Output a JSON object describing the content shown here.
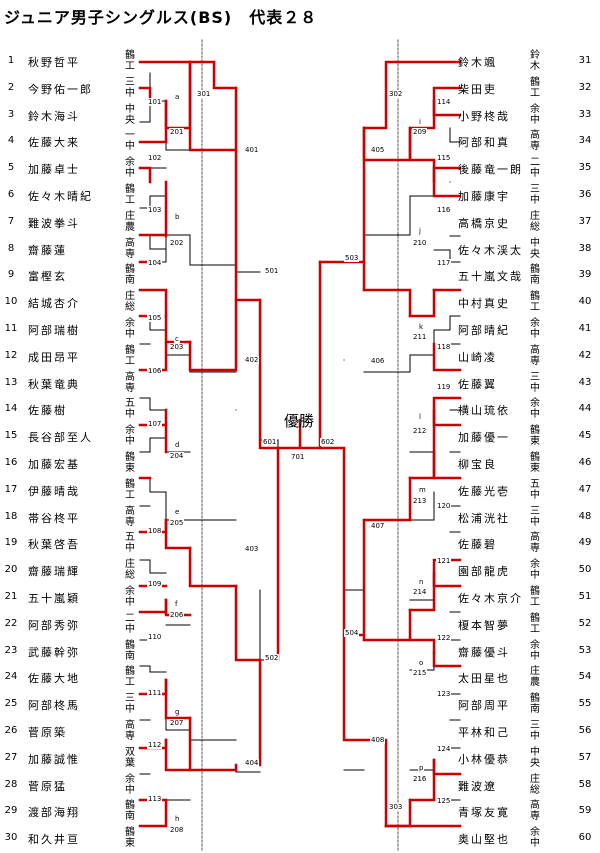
{
  "title": "ジュニア男子シングルス(BS)　代表２８",
  "winner_label": "優勝",
  "colors": {
    "winner_line": "#cc0000",
    "line": "#000000",
    "dotted": "#555555"
  },
  "left_players": [
    {
      "n": "1",
      "name": "秋野哲平",
      "club": "鶴工"
    },
    {
      "n": "2",
      "name": "今野佑一郎",
      "club": "三中"
    },
    {
      "n": "3",
      "name": "鈴木海斗",
      "club": "中央"
    },
    {
      "n": "4",
      "name": "佐藤大来",
      "club": "一中"
    },
    {
      "n": "5",
      "name": "加藤卓士",
      "club": "余中"
    },
    {
      "n": "6",
      "name": "佐々木晴紀",
      "club": "鶴工"
    },
    {
      "n": "7",
      "name": "難波拳斗",
      "club": "庄農"
    },
    {
      "n": "8",
      "name": "齋藤蓮",
      "club": "高専"
    },
    {
      "n": "9",
      "name": "富樫玄",
      "club": "鶴南"
    },
    {
      "n": "10",
      "name": "結城杏介",
      "club": "庄総"
    },
    {
      "n": "11",
      "name": "阿部瑞樹",
      "club": "余中"
    },
    {
      "n": "12",
      "name": "成田昂平",
      "club": "鶴工"
    },
    {
      "n": "13",
      "name": "秋葉竜典",
      "club": "高専"
    },
    {
      "n": "14",
      "name": "佐藤樹",
      "club": "五中"
    },
    {
      "n": "15",
      "name": "長谷部至人",
      "club": "余中"
    },
    {
      "n": "16",
      "name": "加藤宏基",
      "club": "鶴東"
    },
    {
      "n": "17",
      "name": "伊藤晴哉",
      "club": "鶴工"
    },
    {
      "n": "18",
      "name": "帯谷柊平",
      "club": "高専"
    },
    {
      "n": "19",
      "name": "秋葉啓吾",
      "club": "五中"
    },
    {
      "n": "20",
      "name": "齋藤瑞輝",
      "club": "庄総"
    },
    {
      "n": "21",
      "name": "五十嵐穎",
      "club": "余中"
    },
    {
      "n": "22",
      "name": "阿部秀弥",
      "club": "二中"
    },
    {
      "n": "23",
      "name": "武藤幹弥",
      "club": "鶴南"
    },
    {
      "n": "24",
      "name": "佐藤大地",
      "club": "鶴工"
    },
    {
      "n": "25",
      "name": "阿部柊馬",
      "club": "三中"
    },
    {
      "n": "26",
      "name": "菅原築",
      "club": "高専"
    },
    {
      "n": "27",
      "name": "加藤誠惟",
      "club": "双葉"
    },
    {
      "n": "28",
      "name": "菅原猛",
      "club": "余中"
    },
    {
      "n": "29",
      "name": "渡部海翔",
      "club": "鶴南"
    },
    {
      "n": "30",
      "name": "和久井亘",
      "club": "鶴東"
    }
  ],
  "right_players": [
    {
      "n": "31",
      "name": "鈴木颯",
      "club": "鈴木"
    },
    {
      "n": "32",
      "name": "柴田吏",
      "club": "鶴工"
    },
    {
      "n": "33",
      "name": "小野柊哉",
      "club": "余中"
    },
    {
      "n": "34",
      "name": "阿部和真",
      "club": "高専"
    },
    {
      "n": "35",
      "name": "後藤竜一朗",
      "club": "二中"
    },
    {
      "n": "36",
      "name": "加藤康宇",
      "club": "三中"
    },
    {
      "n": "37",
      "name": "高橋京史",
      "club": "庄総"
    },
    {
      "n": "38",
      "name": "佐々木渓太",
      "club": "中央"
    },
    {
      "n": "39",
      "name": "五十嵐文哉",
      "club": "鶴南"
    },
    {
      "n": "40",
      "name": "中村真史",
      "club": "鶴工"
    },
    {
      "n": "41",
      "name": "阿部晴紀",
      "club": "余中"
    },
    {
      "n": "42",
      "name": "山崎凌",
      "club": "高専"
    },
    {
      "n": "43",
      "name": "佐藤翼",
      "club": "三中"
    },
    {
      "n": "44",
      "name": "横山琉依",
      "club": "余中"
    },
    {
      "n": "45",
      "name": "加藤優一",
      "club": "鶴東"
    },
    {
      "n": "46",
      "name": "柳宝良",
      "club": "鶴東"
    },
    {
      "n": "47",
      "name": "佐藤光壱",
      "club": "五中"
    },
    {
      "n": "48",
      "name": "松浦洸社",
      "club": "三中"
    },
    {
      "n": "49",
      "name": "佐藤碧",
      "club": "高専"
    },
    {
      "n": "50",
      "name": "園部龍虎",
      "club": "余中"
    },
    {
      "n": "51",
      "name": "佐々木京介",
      "club": "鶴工"
    },
    {
      "n": "52",
      "name": "榎本智夢",
      "club": "鶴工"
    },
    {
      "n": "53",
      "name": "齋藤優斗",
      "club": "余中"
    },
    {
      "n": "54",
      "name": "太田星也",
      "club": "庄農"
    },
    {
      "n": "55",
      "name": "阿部周平",
      "club": "鶴南"
    },
    {
      "n": "56",
      "name": "平林和己",
      "club": "三中"
    },
    {
      "n": "57",
      "name": "小林優恭",
      "club": "中央"
    },
    {
      "n": "58",
      "name": "難波遼",
      "club": "庄総"
    },
    {
      "n": "59",
      "name": "青塚友寛",
      "club": "高専"
    },
    {
      "n": "60",
      "name": "奥山堅也",
      "club": "余中"
    }
  ],
  "match_labels": {
    "101": "101",
    "a": "a",
    "201": "201",
    "102": "102",
    "301": "301",
    "401": "401",
    "103": "103",
    "b": "b",
    "202": "202",
    "104": "104",
    "105": "105",
    "c": "c",
    "203": "203",
    "106": "106",
    "402": "402",
    "501": "501",
    "107": "107",
    "d": "d",
    "204": "204",
    "108": "108",
    "e": "e",
    "205": "205",
    "403": "403",
    "109": "109",
    "f": "f",
    "206": "206",
    "110": "110",
    "502": "502",
    "111": "111",
    "g": "g",
    "207": "207",
    "112": "112",
    "404": "404",
    "113": "113",
    "h": "h",
    "208": "208",
    "601": "601",
    "701": "701",
    "602": "602",
    "302": "302",
    "114": "114",
    "i": "i",
    "209": "209",
    "115": "115",
    "405": "405",
    "116": "116",
    "j": "j",
    "210": "210",
    "117": "117",
    "503": "503",
    "k": "k",
    "211": "211",
    "118": "118",
    "406": "406",
    "119": "119",
    "l": "l",
    "212": "212",
    "m": "m",
    "213": "213",
    "120": "120",
    "407": "407",
    "121": "121",
    "n": "n",
    "214": "214",
    "504": "504",
    "122": "122",
    "o": "o",
    "215": "215",
    "123": "123",
    "408": "408",
    "124": "124",
    "p": "p",
    "216": "216",
    "125": "125",
    "303": "303"
  }
}
